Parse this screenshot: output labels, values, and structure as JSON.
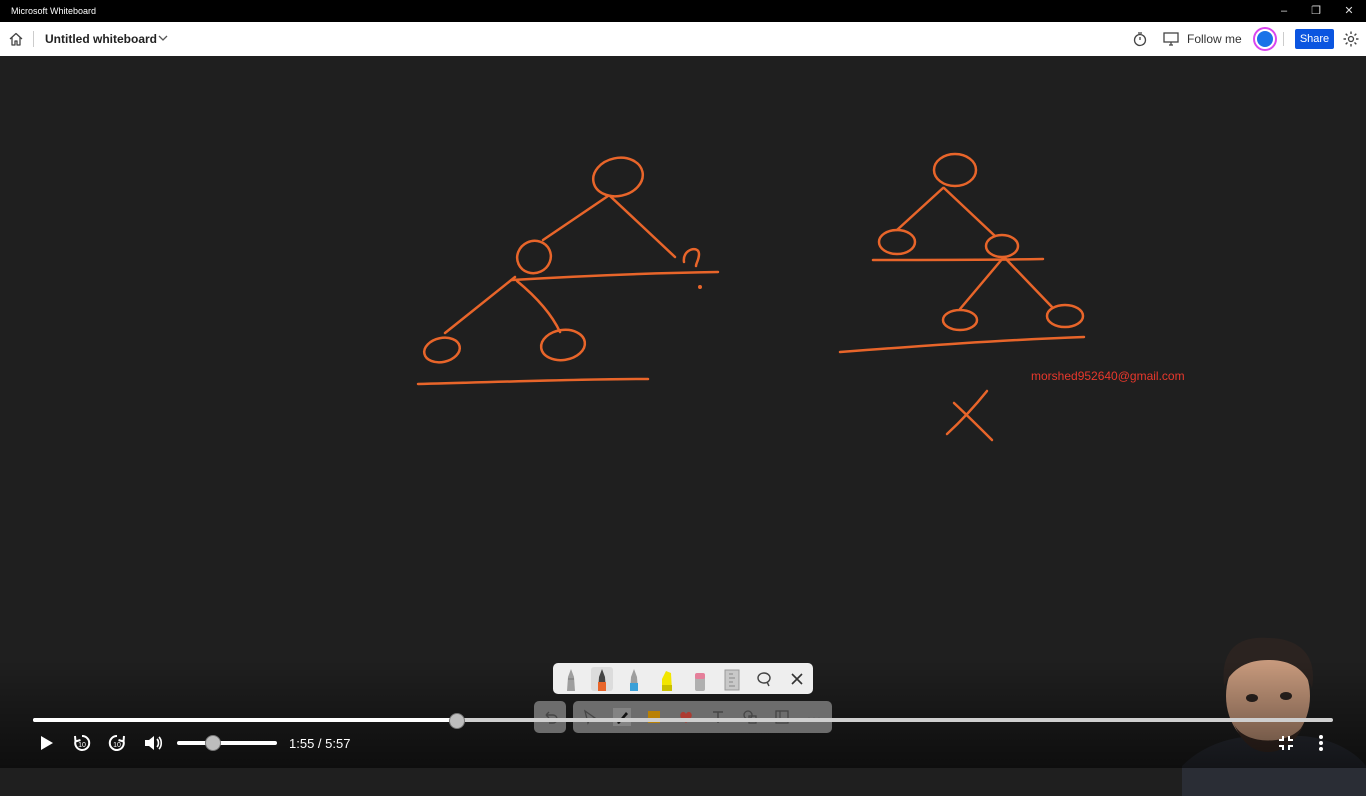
{
  "window": {
    "app_title": "Microsoft Whiteboard",
    "controls": [
      "minimize",
      "restore",
      "close"
    ]
  },
  "toolbar": {
    "board_title": "Untitled whiteboard",
    "follow_label": "Follow me",
    "share_label": "Share",
    "icons": [
      "home-icon",
      "chevron-down-icon",
      "timer-icon",
      "present-icon",
      "settings-gear-icon"
    ]
  },
  "canvas": {
    "watermark_email": "morshed952640@gmail.com",
    "ink_color": "#e8652a",
    "background_color": "#1f1f1f"
  },
  "pen_tray": {
    "pens": [
      {
        "name": "grey-pen",
        "color": "#9e9e9e"
      },
      {
        "name": "orange-pen",
        "color": "#e8652a"
      },
      {
        "name": "blue-pen",
        "color": "#3aa0d8"
      },
      {
        "name": "yellow-highlighter",
        "color": "#f2e600"
      },
      {
        "name": "pink-pen",
        "color": "#e57f9a"
      }
    ],
    "tools": [
      "ruler-icon",
      "lasso-icon",
      "close-icon"
    ]
  },
  "tool_tray": {
    "tools": [
      "undo-icon",
      "select-icon",
      "ink-icon",
      "note-icon",
      "reaction-icon",
      "text-icon",
      "shapes-icon",
      "image-icon",
      "more-icon"
    ]
  },
  "player": {
    "time_display": "1:55 / 5:57",
    "progress_fraction": 0.325,
    "volume_fraction": 0.35,
    "skip_back_seconds": "10",
    "skip_forward_seconds": "10",
    "controls": [
      "play-icon",
      "rewind-10-icon",
      "forward-10-icon",
      "volume-icon",
      "exit-fullscreen-icon",
      "more-vertical-icon"
    ]
  }
}
